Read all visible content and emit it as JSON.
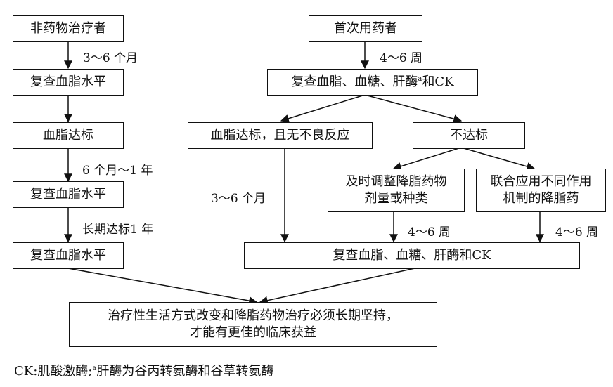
{
  "boxes": {
    "non_drug": "非药物治疗者",
    "recheck_lipid_1": "复查血脂水平",
    "lipid_target_1": "血脂达标",
    "recheck_lipid_2": "复查血脂水平",
    "recheck_lipid_3": "复查血脂水平",
    "first_med": "首次用药者",
    "recheck_all_pre": "复查血脂、血糖、肝酶",
    "recheck_all_sup": "a",
    "recheck_all_post": "和CK",
    "target_no_adverse": "血脂达标，且无不良反应",
    "not_target": "不达标",
    "adjust_line1": "及时调整降脂药物",
    "adjust_line2": "剂量或种类",
    "combine_line1": "联合应用不同作用",
    "combine_line2": "机制的降脂药",
    "recheck_all_2": "复查血脂、血糖、肝酶和CK",
    "final_line1": "治疗性生活方式改变和降脂药物治疗必须长期坚持，",
    "final_line2": "才能有更佳的临床获益"
  },
  "labels": {
    "l_3_6_month_a": "3～6 个月",
    "l_6m_1y": "6 个月～1 年",
    "l_long_target": "长期达标1 年",
    "l_4_6_week_a": "4～6 周",
    "l_3_6_month_b": "3～6 个月",
    "l_4_6_week_b": "4～6 周",
    "l_4_6_week_c": "4～6 周"
  },
  "footnote": {
    "pre": "CK:肌酸激酶;",
    "sup": "a",
    "post": "肝酶为谷丙转氨酶和谷草转氨酶"
  }
}
